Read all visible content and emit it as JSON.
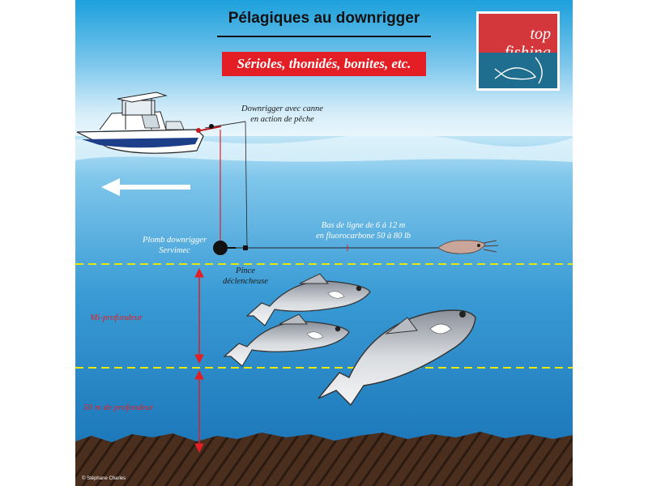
{
  "header": {
    "title": "Pélagiques au downrigger",
    "subtitle": "Sérioles, thonidés, bonites, etc."
  },
  "logo": {
    "line1": "top",
    "line2": "fishing"
  },
  "labels": {
    "downrigger": [
      "Downrigger avec canne",
      "en action de pêche"
    ],
    "leader": [
      "Bas de ligne de 6 à 12 m",
      "en fluorocarbone 50 à 80 lb"
    ],
    "weight": [
      "Plomb downrigger",
      "Servimec"
    ],
    "release_clip": [
      "Pince",
      "déclencheuse"
    ],
    "mid_depth": "Mi-profondeur",
    "total_depth": "50 m de profondeur"
  },
  "credit": "© Stéphane Charles",
  "colors": {
    "sky_top": "#1ca0dc",
    "sky_mid": "#a9d9f1",
    "sea_surface": "#8fcdee",
    "sea_deep": "#1b7fc1",
    "seabed": "#4a2e1e",
    "accent_red": "#e31e24",
    "depth_line": "#e8e800",
    "logo_red": "#d4373b",
    "logo_blue": "#1f6d8f"
  },
  "icons": [
    "boat-icon",
    "direction-arrow-icon",
    "downrigger-weight-icon",
    "lure-squid-icon",
    "fish-icon"
  ]
}
